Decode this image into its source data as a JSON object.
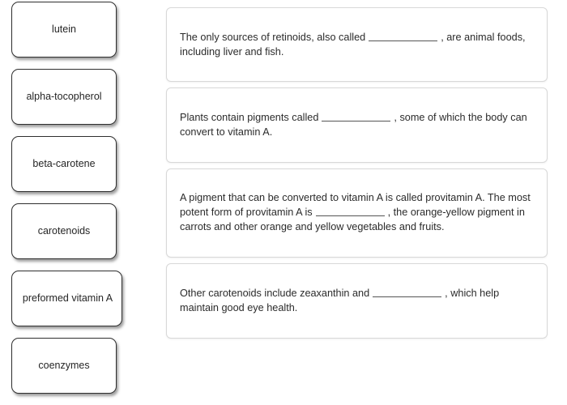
{
  "activity": {
    "type": "drag-and-drop-fill-in-the-blank",
    "background_color": "#ffffff"
  },
  "tile_bank": {
    "name": "answer-choices",
    "tiles": [
      {
        "label": "lutein"
      },
      {
        "label": "alpha-tocopherol"
      },
      {
        "label": "beta-carotene"
      },
      {
        "label": "carotenoids"
      },
      {
        "label": "preformed vitamin A"
      },
      {
        "label": "coenzymes"
      }
    ]
  },
  "statements": [
    {
      "segments": [
        {
          "type": "text",
          "value": "The only sources of retinoids, also called"
        },
        {
          "type": "blank"
        },
        {
          "type": "text",
          "value": ", are animal foods, including liver and fish."
        }
      ]
    },
    {
      "segments": [
        {
          "type": "text",
          "value": "Plants contain pigments called"
        },
        {
          "type": "blank"
        },
        {
          "type": "text",
          "value": ", some of which the body can convert to vitamin A."
        }
      ]
    },
    {
      "segments": [
        {
          "type": "text",
          "value": "A pigment that can be converted to vitamin A is called provitamin A.  The most potent form of provitamin A is"
        },
        {
          "type": "blank"
        },
        {
          "type": "text",
          "value": ", the orange-yellow pigment in carrots and other orange and yellow vegetables and fruits."
        }
      ]
    },
    {
      "segments": [
        {
          "type": "text",
          "value": "Other carotenoids include zeaxanthin and"
        },
        {
          "type": "blank"
        },
        {
          "type": "text",
          "value": ", which help maintain good eye health."
        }
      ]
    }
  ]
}
